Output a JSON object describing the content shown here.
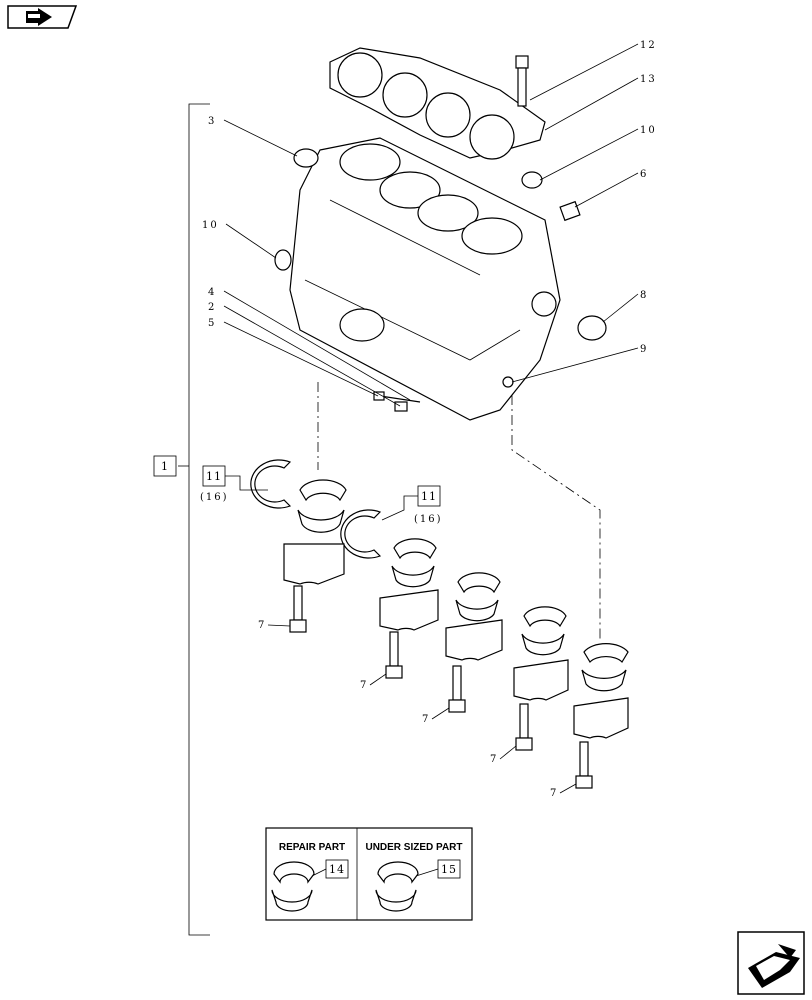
{
  "nav": {
    "back_icon": "previous-page-arrow-icon",
    "next_icon": "next-page-arrow-icon"
  },
  "callouts": {
    "c1": "1",
    "c2": "2",
    "c3": "3",
    "c4": "4",
    "c5": "5",
    "c6": "6",
    "c7": "7",
    "c8": "8",
    "c9": "9",
    "c10": "10",
    "c11": "11",
    "c12": "12",
    "c13": "13",
    "c16": "(16)"
  },
  "legend": {
    "repair_title": "REPAIR PART",
    "repair_ref": "14",
    "undersize_title": "UNDER SIZED PART",
    "undersize_ref": "15"
  }
}
